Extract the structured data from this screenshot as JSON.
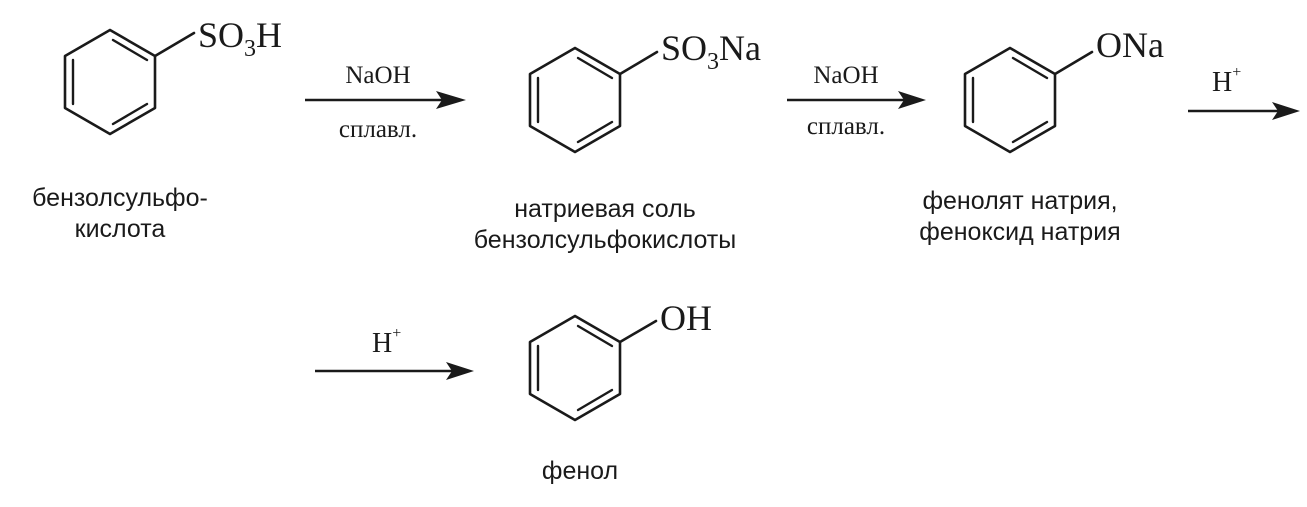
{
  "compounds": [
    {
      "id": "benzenesulfonic-acid",
      "substituent": {
        "main": "SO",
        "sub": "3",
        "tail": "H"
      },
      "name_lines": [
        "бензолсульфо-",
        "кислота"
      ]
    },
    {
      "id": "sodium-benzenesulfonate",
      "substituent": {
        "main": "SO",
        "sub": "3",
        "tail": "Na"
      },
      "name_lines": [
        "натриевая соль",
        "бензолсульфокислоты"
      ]
    },
    {
      "id": "sodium-phenolate",
      "substituent": {
        "main": "ONa",
        "sub": "",
        "tail": ""
      },
      "name_lines": [
        "фенолят натрия,",
        "феноксид натрия"
      ]
    },
    {
      "id": "phenol",
      "substituent": {
        "main": "OH",
        "sub": "",
        "tail": ""
      },
      "name_lines": [
        "фенол"
      ]
    }
  ],
  "arrows": [
    {
      "id": "arrow-1",
      "above": "NaOH",
      "below": "сплавл."
    },
    {
      "id": "arrow-2",
      "above": "NaOH",
      "below": "сплавл."
    },
    {
      "id": "arrow-3",
      "above_base": "H",
      "above_sup": "+"
    },
    {
      "id": "arrow-4",
      "above_base": "H",
      "above_sup": "+"
    }
  ],
  "colors": {
    "ink": "#1a1a1a",
    "background": "#ffffff"
  }
}
